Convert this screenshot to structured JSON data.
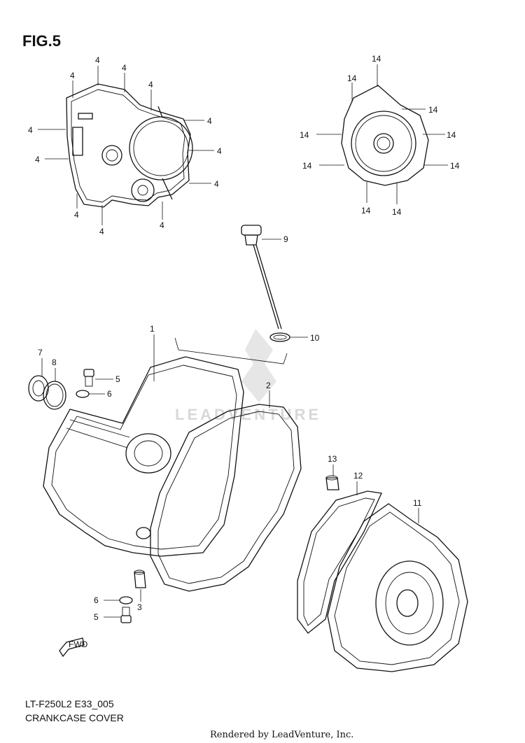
{
  "figure": {
    "title": "FIG.5",
    "diagram_code": "LT-F250L2 E33_005",
    "diagram_name": "CRANKCASE COVER",
    "credit": "Rendered by LeadVenture, Inc.",
    "watermark": "LEADVENTURE",
    "fwd_label": "FWD"
  },
  "callouts": {
    "p1": "1",
    "p2": "2",
    "p3": "3",
    "p5a": "5",
    "p5b": "5",
    "p6a": "6",
    "p6b": "6",
    "p7": "7",
    "p8": "8",
    "p9": "9",
    "p10": "10",
    "p11": "11",
    "p12": "12",
    "p13": "13",
    "bolt4": "4",
    "bolt14": "14"
  }
}
